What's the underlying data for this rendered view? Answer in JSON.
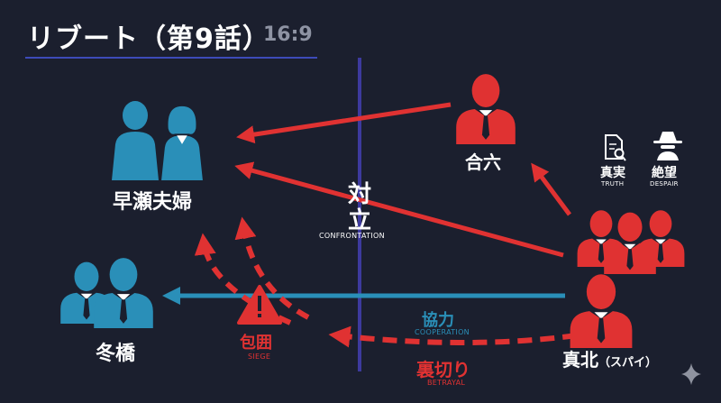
{
  "header": {
    "title": "リブート（第9話）",
    "ratio": "16:9"
  },
  "colors": {
    "background": "#1b1f2e",
    "red": "#e03232",
    "blue": "#2a8fb8",
    "divider": "#3d3a9e",
    "title_rule": "#3d4bb8"
  },
  "nodes": {
    "hayase": {
      "label": "早瀬夫婦"
    },
    "fuyuhashi": {
      "label": "冬橋"
    },
    "goroku": {
      "label": "合六"
    },
    "makita": {
      "label": "真北",
      "suffix": "（スパイ）"
    }
  },
  "divider": {
    "label_line1": "対",
    "label_line2": "立",
    "sub": "CONFRONTATION"
  },
  "edges": {
    "cooperation": {
      "label": "協力",
      "sub": "COOPERATION"
    },
    "betrayal": {
      "label": "裏切り",
      "sub": "BETRAYAL"
    },
    "siege": {
      "label": "包囲",
      "sub": "SIEGE"
    }
  },
  "legend": {
    "truth": {
      "label": "真実",
      "sub": "TRUTH",
      "icon": "magnifier-document-icon"
    },
    "despair": {
      "label": "絶望",
      "sub": "DESPAIR",
      "icon": "spy-icon"
    }
  },
  "watermark_icon": "sparkle-icon"
}
